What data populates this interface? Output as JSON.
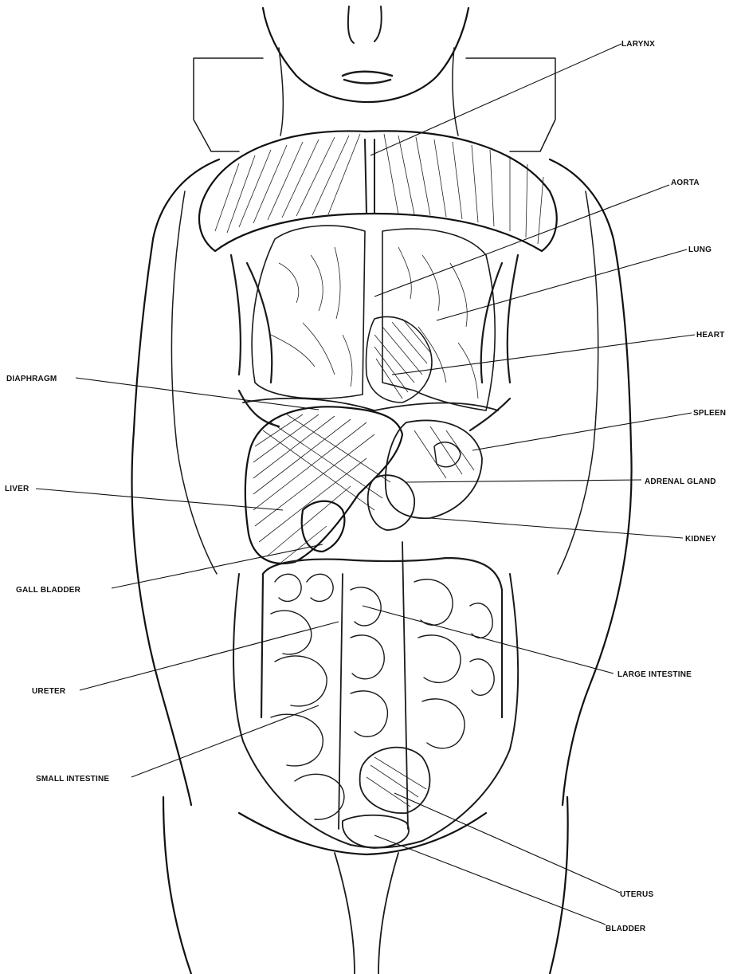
{
  "labels": {
    "larynx": "LARYNX",
    "aorta": "AORTA",
    "lung": "LUNG",
    "heart": "HEART",
    "diaphragm": "DIAPHRAGM",
    "spleen": "SPLEEN",
    "liver": "LIVER",
    "adrenal_gland": "ADRENAL GLAND",
    "kidney": "KIDNEY",
    "gall_bladder": "GALL BLADDER",
    "ureter": "URETER",
    "large_intestine": "LARGE INTESTINE",
    "small_intestine": "SMALL INTESTINE",
    "uterus": "UTERUS",
    "bladder": "BLADDER"
  },
  "colors": {
    "ink": "#111111",
    "background": "#ffffff"
  }
}
